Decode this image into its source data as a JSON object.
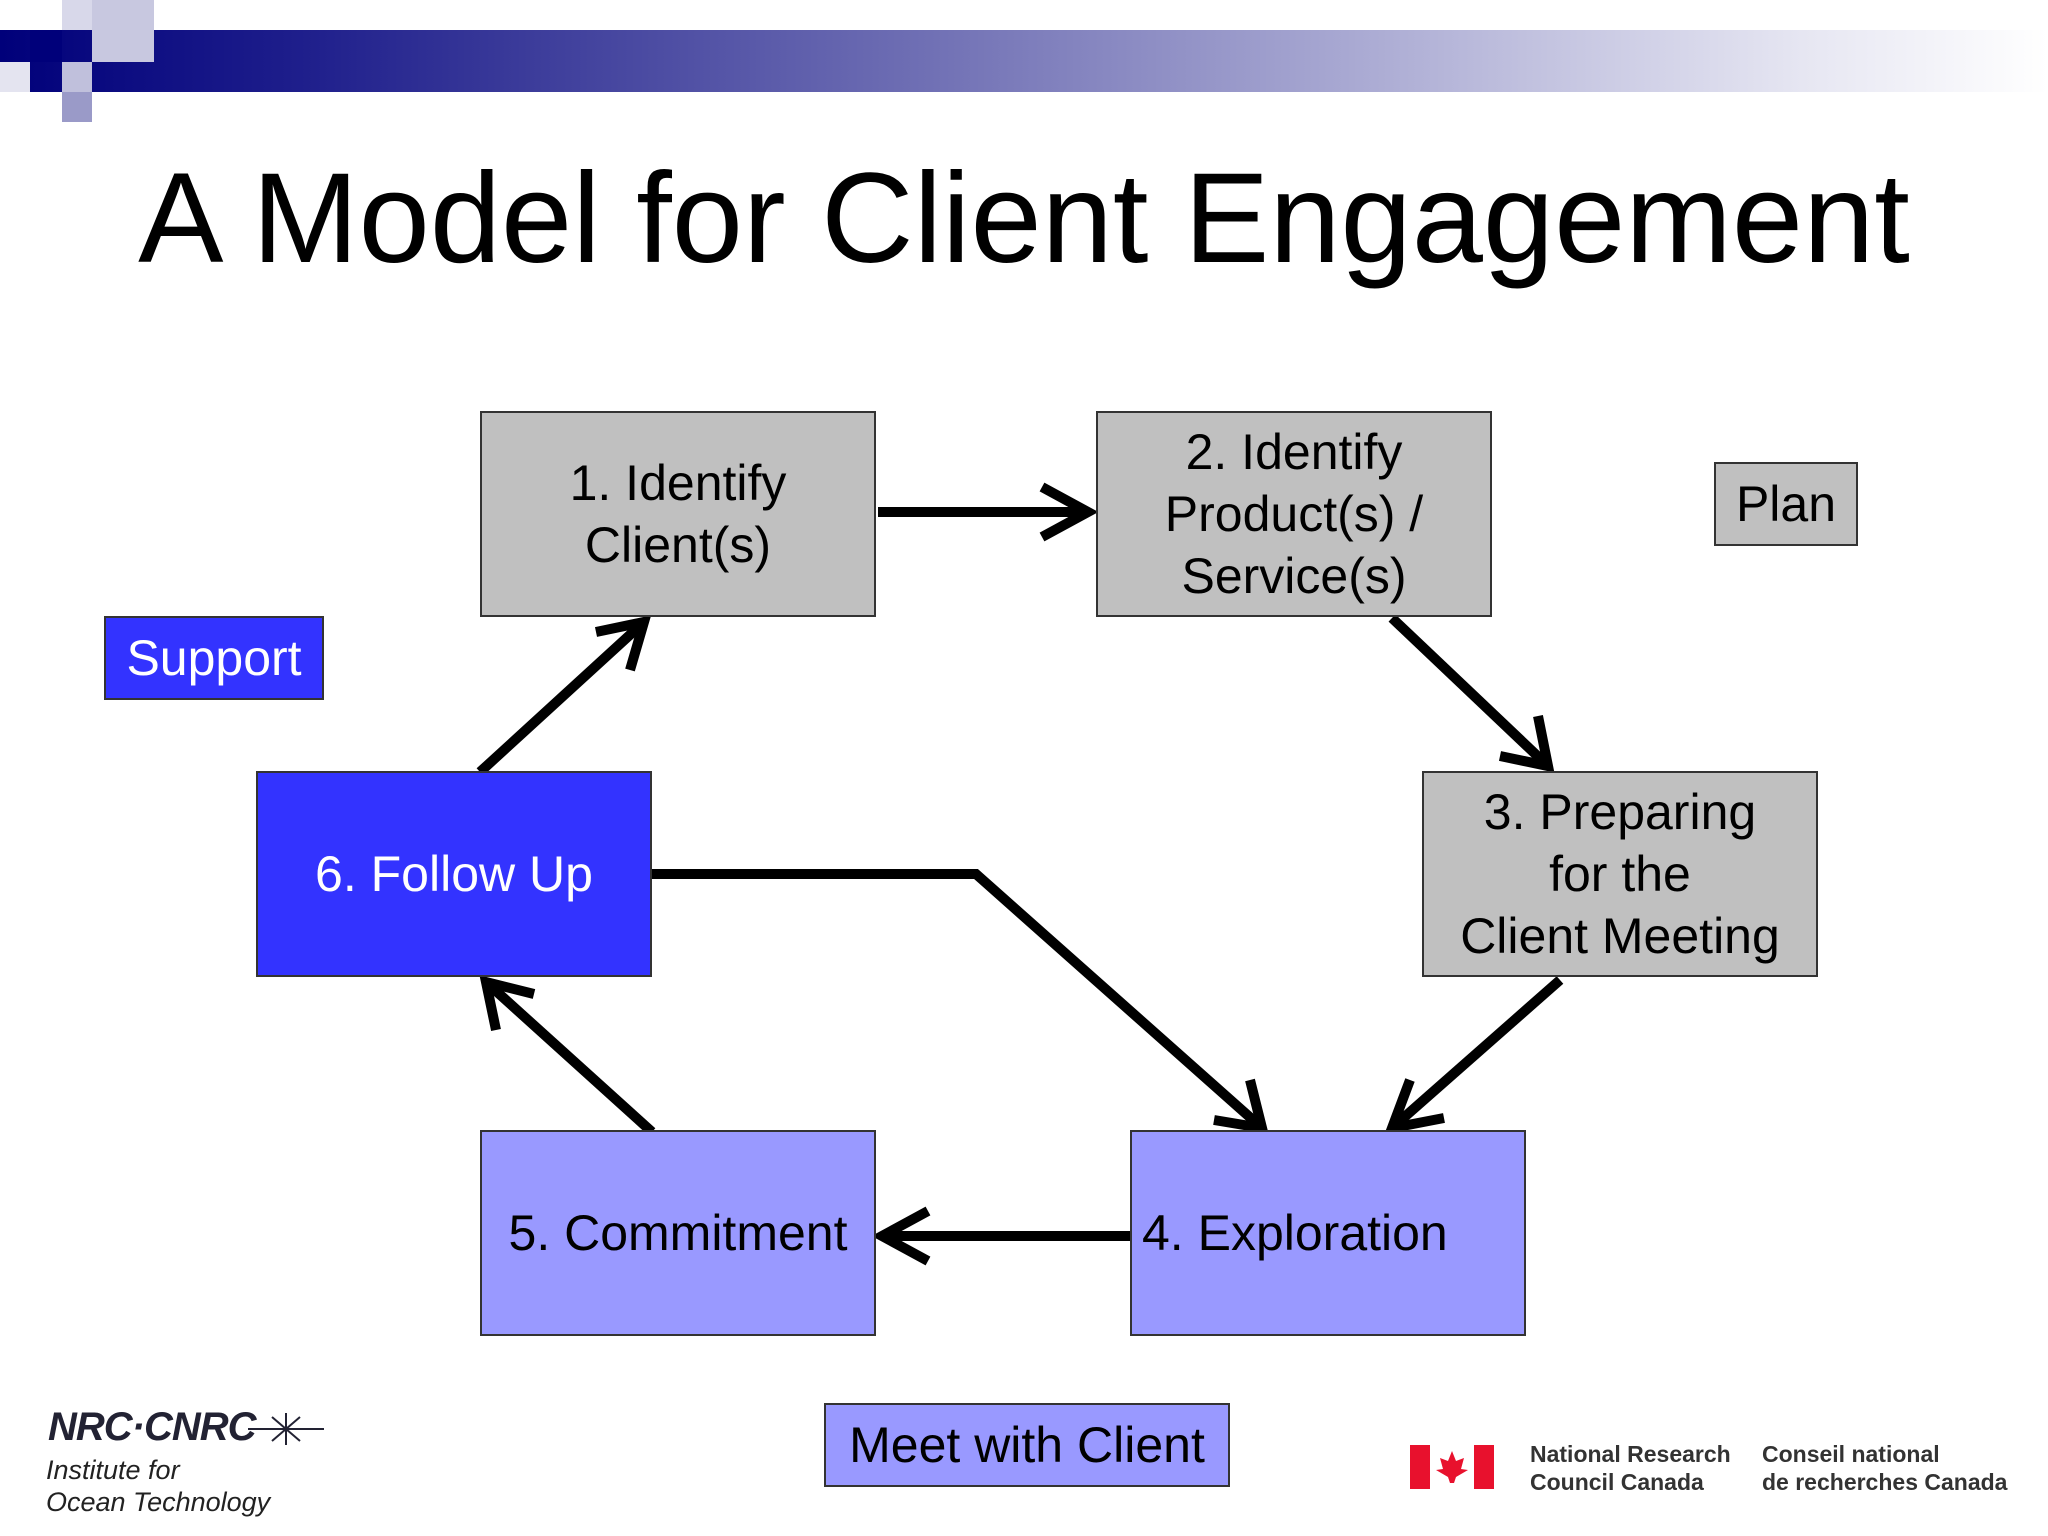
{
  "title": "A Model for Client Engagement",
  "steps": [
    {
      "label": "1.   Identify\nClient(s)"
    },
    {
      "label": "2. Identify\nProduct(s) /\nService(s)"
    },
    {
      "label": "3. Preparing\nfor the\nClient Meeting"
    },
    {
      "label": "4. Exploration"
    },
    {
      "label": "5. Commitment"
    },
    {
      "label": "6. Follow Up"
    }
  ],
  "legend": {
    "plan": "Plan",
    "support": "Support",
    "meet": "Meet with Client"
  },
  "colors": {
    "plan_gray": "#c0c0c0",
    "meet_lilac": "#9999ff",
    "support_blue": "#3333ff"
  },
  "footer": {
    "nrc_mark": "NRC·CNRC",
    "institute_line1": "Institute for",
    "institute_line2": "Ocean Technology",
    "nrc_en_line1": "National Research",
    "nrc_en_line2": "Council Canada",
    "nrc_fr_line1": "Conseil national",
    "nrc_fr_line2": "de recherches Canada"
  }
}
